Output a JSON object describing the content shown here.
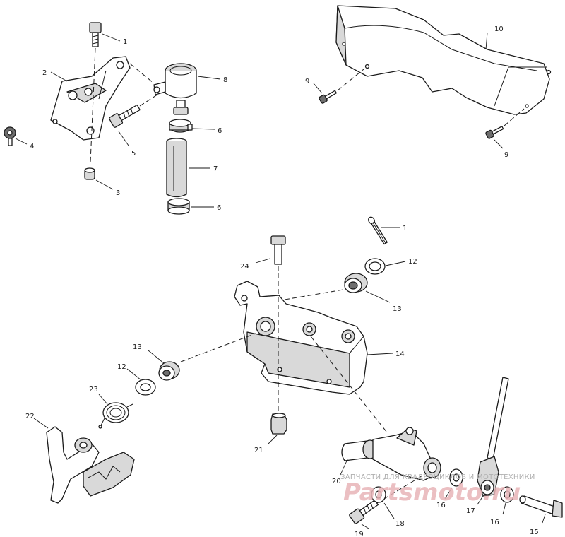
{
  "callouts": {
    "c1a": "1",
    "c1b": "1",
    "c2": "2",
    "c3": "3",
    "c4": "4",
    "c5": "5",
    "c6a": "6",
    "c6b": "6",
    "c7": "7",
    "c8": "8",
    "c9a": "9",
    "c9b": "9",
    "c10": "10",
    "c12a": "12",
    "c12b": "12",
    "c13a": "13",
    "c13b": "13",
    "c14": "14",
    "c15": "15",
    "c16a": "16",
    "c16b": "16",
    "c17": "17",
    "c18": "18",
    "c19": "19",
    "c20": "20",
    "c21": "21",
    "c22": "22",
    "c23": "23",
    "c24": "24"
  },
  "watermark": {
    "tagline": "ЗАПЧАСТИ ДЛЯ КВАДРОЦИКЛОВ И МОТОТЕХНИКИ",
    "logo": "Partsmoto.ru"
  }
}
